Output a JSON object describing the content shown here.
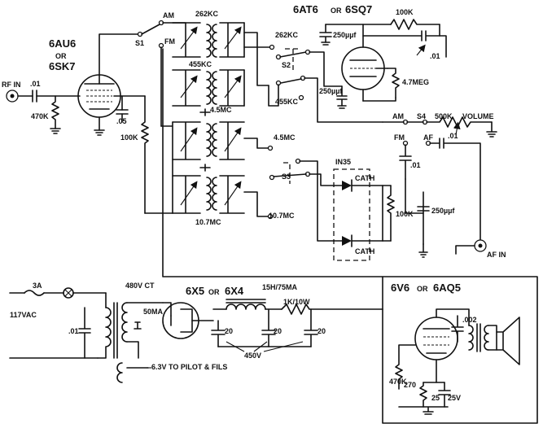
{
  "tubes": {
    "rf_amp": {
      "line1": "6AU6",
      "line2": "OR",
      "line3": "6SK7"
    },
    "detector": {
      "name": "6AT6",
      "or": "OR",
      "alt": "6SQ7"
    },
    "rectifier": {
      "name": "6X5",
      "or": "OR",
      "alt": "6X4"
    },
    "output": {
      "name": "6V6",
      "or": "OR",
      "alt": "6AQ5"
    }
  },
  "inputs": {
    "rf_in": "RF IN",
    "af_in": "AF IN"
  },
  "components": {
    "c_input": ".01",
    "r_grid": "470K",
    "c_screen": ".05",
    "r_plate": "100K",
    "coil_262": "262KC",
    "coil_455": "455KC",
    "coil_45": "4.5MC",
    "coil_107": "10.7MC",
    "c_250_top": "250µµf",
    "c_250_mid": "250µµf",
    "c_250_right": "250µµf",
    "r_100k_top": "100K",
    "c_01_top": ".01",
    "r_47meg": "4.7MEG",
    "r_500k": "500K",
    "volume": "VOLUME",
    "diode": "IN35",
    "cath_top": "CATH",
    "cath_bot": "CATH",
    "c_01_fm": ".01",
    "c_01_af": ".01",
    "r_100k_det": "100K",
    "c_002": ".002",
    "r_470k_out": "470K",
    "r_270": "270",
    "c_25": "25",
    "v_25": "25V"
  },
  "switches": {
    "s1": "S1",
    "s2": "S2",
    "s3": "S3",
    "s4": "S4",
    "s1_am": "AM",
    "s1_fm": "FM",
    "s2_262": "262KC",
    "s2_455": "455KC",
    "s3_45": "4.5MC",
    "s3_107": "10.7MC",
    "s4_am": "AM",
    "s4_fm": "FM",
    "s4_af": "AF"
  },
  "power": {
    "fuse": "3A",
    "mains": "117VAC",
    "c_line": ".01",
    "transformer": "480V CT",
    "ma_50": "50MA",
    "choke": "15H/75MA",
    "r_filter": "1K/10W",
    "c1": "20",
    "c2": "20",
    "c3": "20",
    "v_450": "450V",
    "filament": "6.3V TO PILOT & FILS"
  }
}
